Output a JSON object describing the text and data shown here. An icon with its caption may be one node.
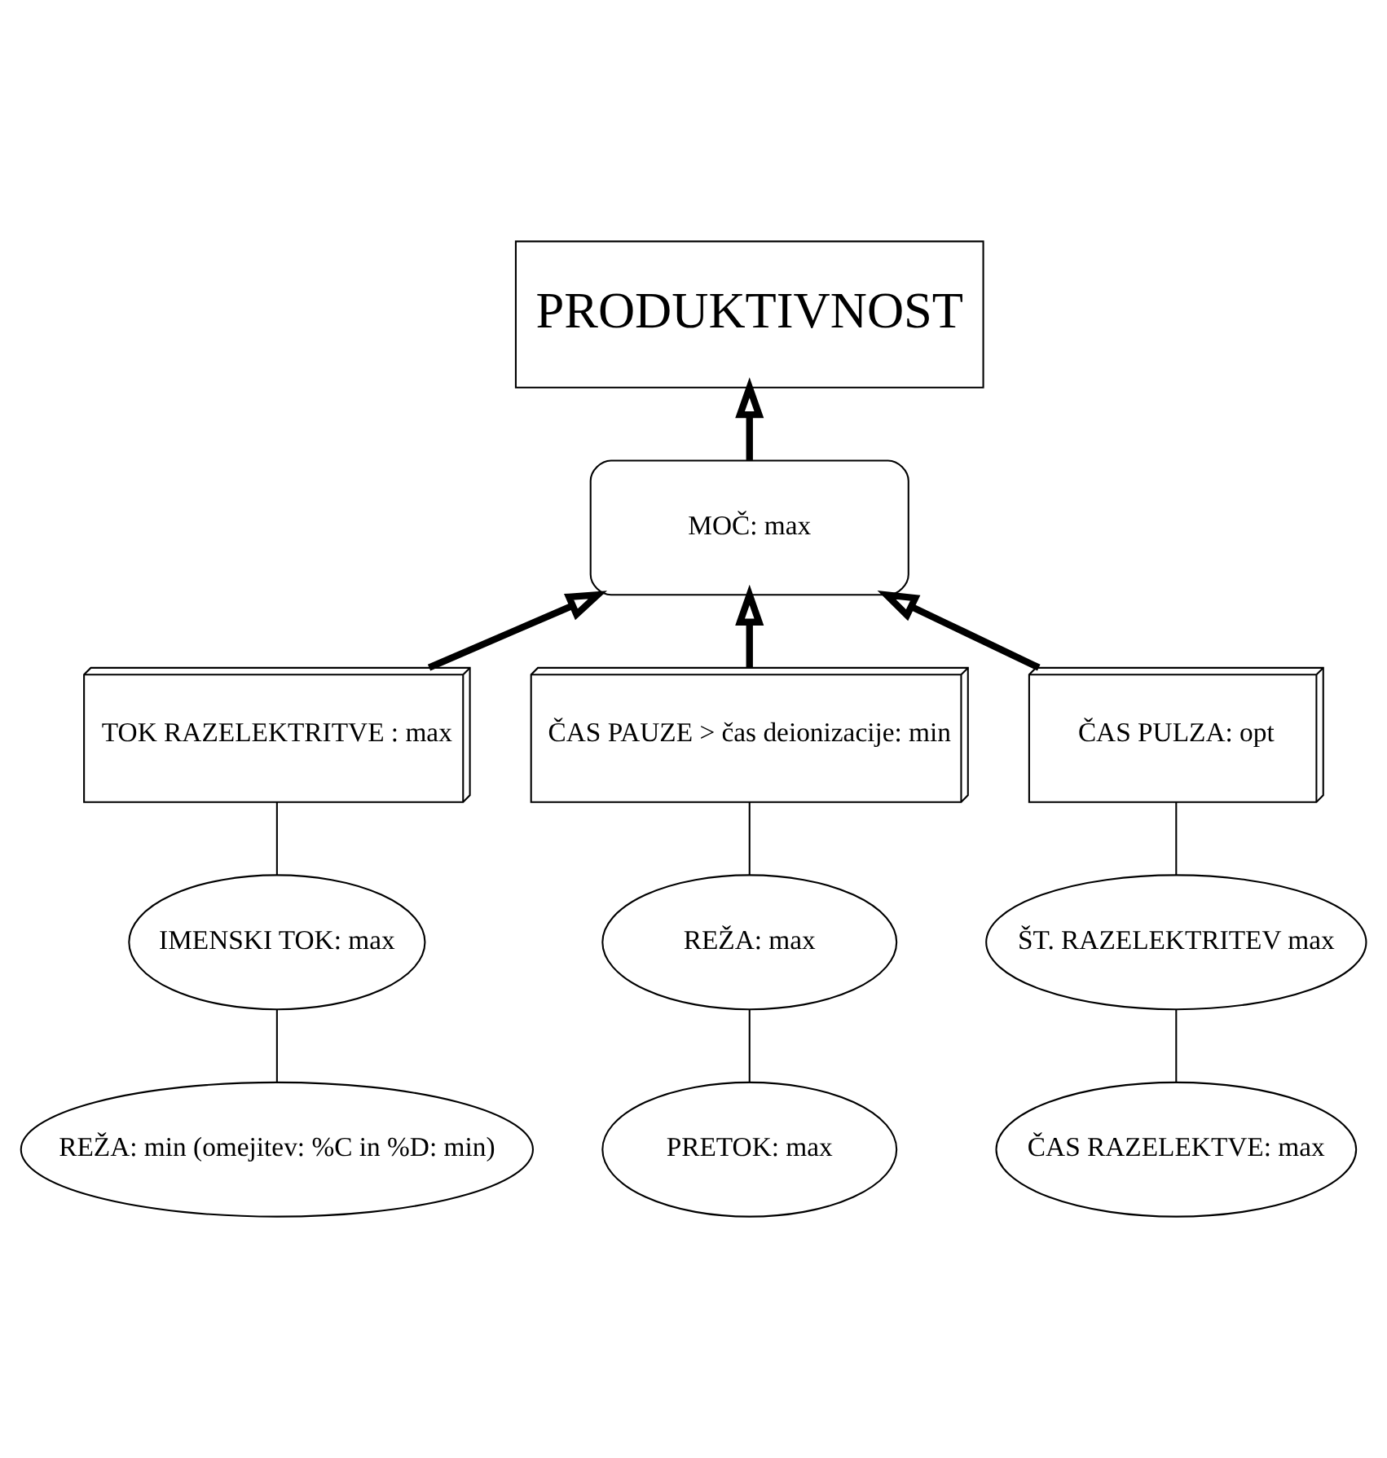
{
  "diagram": {
    "nodes": [
      {
        "text": [
          "PRODUKTIVNOST"
        ]
      },
      {
        "text": [
          "MOČ: max"
        ]
      },
      {
        "text": [
          "TOK RAZELEKTRITVE : max"
        ]
      },
      {
        "text": [
          "ČAS PAUZE > čas deionizacije: min"
        ]
      },
      {
        "text": [
          "ČAS PULZA: opt"
        ]
      },
      {
        "text": [
          "IMENSKI TOK: max"
        ]
      },
      {
        "text": [
          "REŽA: min (omejitev: %C in %D: min)"
        ]
      },
      {
        "text": [
          "REŽA: max"
        ]
      },
      {
        "text": [
          "PRETOK: max"
        ]
      },
      {
        "text": [
          "ŠT. RAZELEKTRITEV max"
        ]
      },
      {
        "text": [
          "ČAS RAZELEKTVE: max"
        ]
      }
    ],
    "edges": [
      {
        "from": 1,
        "to": 0,
        "arrow": "to",
        "style": "thick"
      },
      {
        "from": 2,
        "to": 1,
        "arrow": "to",
        "style": "thick"
      },
      {
        "from": 3,
        "to": 1,
        "arrow": "to",
        "style": "thick"
      },
      {
        "from": 4,
        "to": 1,
        "arrow": "to",
        "style": "thick"
      },
      {
        "from": 2,
        "to": 5,
        "arrow": "none"
      },
      {
        "from": 5,
        "to": 6,
        "arrow": "none"
      },
      {
        "from": 3,
        "to": 7,
        "arrow": "none"
      },
      {
        "from": 7,
        "to": 8,
        "arrow": "none"
      },
      {
        "from": 4,
        "to": 9,
        "arrow": "none"
      },
      {
        "from": 9,
        "to": 10,
        "arrow": "none"
      }
    ]
  }
}
